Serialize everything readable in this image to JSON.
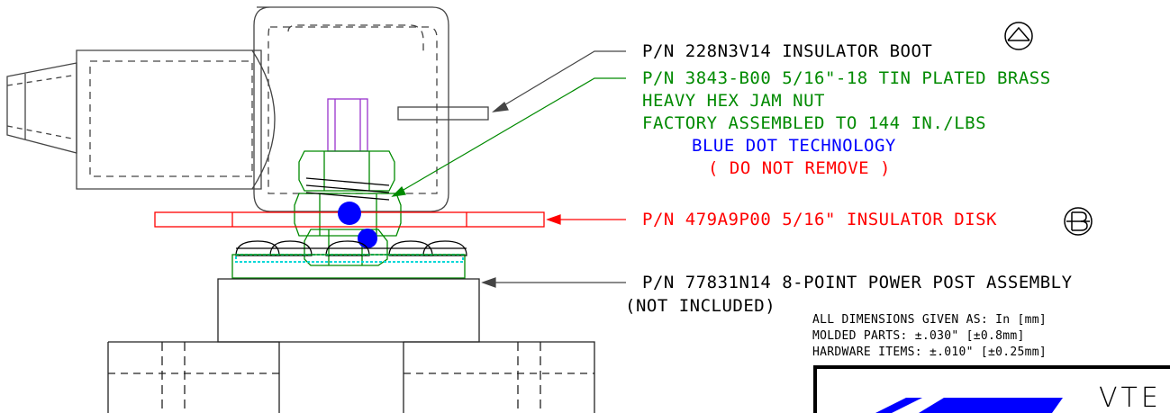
{
  "callouts": {
    "boot": "P/N 228N3V14  INSULATOR BOOT",
    "nut_line1": "P/N 3843-B00 5/16\"-18 TIN PLATED BRASS",
    "nut_line2": "HEAVY HEX JAM NUT",
    "nut_line3": "FACTORY ASSEMBLED TO 144 IN./LBS",
    "blue_dot": "BLUE DOT TECHNOLOGY",
    "do_not_remove": "( DO NOT REMOVE )",
    "disk": "P/N 479A9P00 5/16\" INSULATOR DISK",
    "post_line1": "P/N 77831N14  8-POINT POWER POST ASSEMBLY",
    "post_line2": "(NOT INCLUDED)"
  },
  "markers": {
    "boot": "A",
    "disk": "B"
  },
  "notes": {
    "line1": "ALL DIMENSIONS GIVEN AS: In [mm]",
    "line2": "MOLDED PARTS: ±.030\" [±0.8mm]",
    "line3": "HARDWARE ITEMS: ±.010\" [±0.25mm]"
  },
  "title_block": {
    "brand_text": "VTE"
  },
  "colors": {
    "black": "#000000",
    "green": "#008a00",
    "blue": "#0000ff",
    "red": "#ff0000",
    "purple": "#9933cc",
    "cyan": "#00d8d8",
    "gray": "#444444"
  },
  "icons": [
    "triangle-marker-icon",
    "section-b-marker-icon"
  ]
}
